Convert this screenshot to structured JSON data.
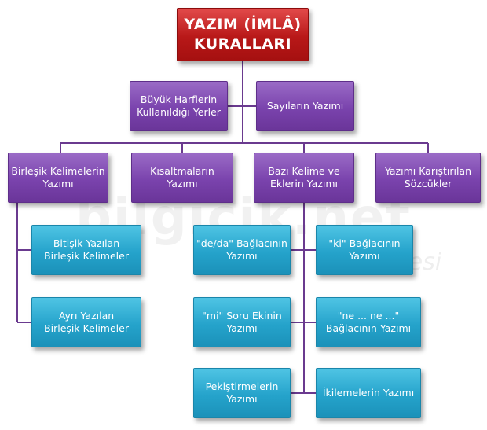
{
  "root": {
    "title": "YAZIM (İMLÂ)\nKURALLARI"
  },
  "level1": [
    "Büyük Harflerin\nKullanıldığı Yerler",
    "Sayıların Yazımı"
  ],
  "level2": [
    "Birleşik Kelimelerin\nYazımı",
    "Kısaltmaların\nYazımı",
    "Bazı Kelime ve\nEklerin Yazımı",
    "Yazımı Karıştırılan\nSözcükler"
  ],
  "compound_children": [
    "Bitişik Yazılan\nBirleşik Kelimeler",
    "Ayrı Yazılan\nBirleşik Kelimeler"
  ],
  "word_children": [
    "\"de/da\" Bağlacının\nYazımı",
    "\"ki\" Bağlacının\nYazımı",
    "\"mi\" Soru Ekinin\nYazımı",
    "\"ne ... ne ...\"\nBağlacının Yazımı",
    "Pekiştirmelerin\nYazımı",
    "İkilemelerin Yazımı"
  ],
  "watermark": {
    "main": "bilgicik.net",
    "sub": "adresi"
  },
  "colors": {
    "root": "#b81818",
    "purple": "#7a43ad",
    "cyan": "#25a3cb",
    "connector": "#6a3a8f"
  }
}
